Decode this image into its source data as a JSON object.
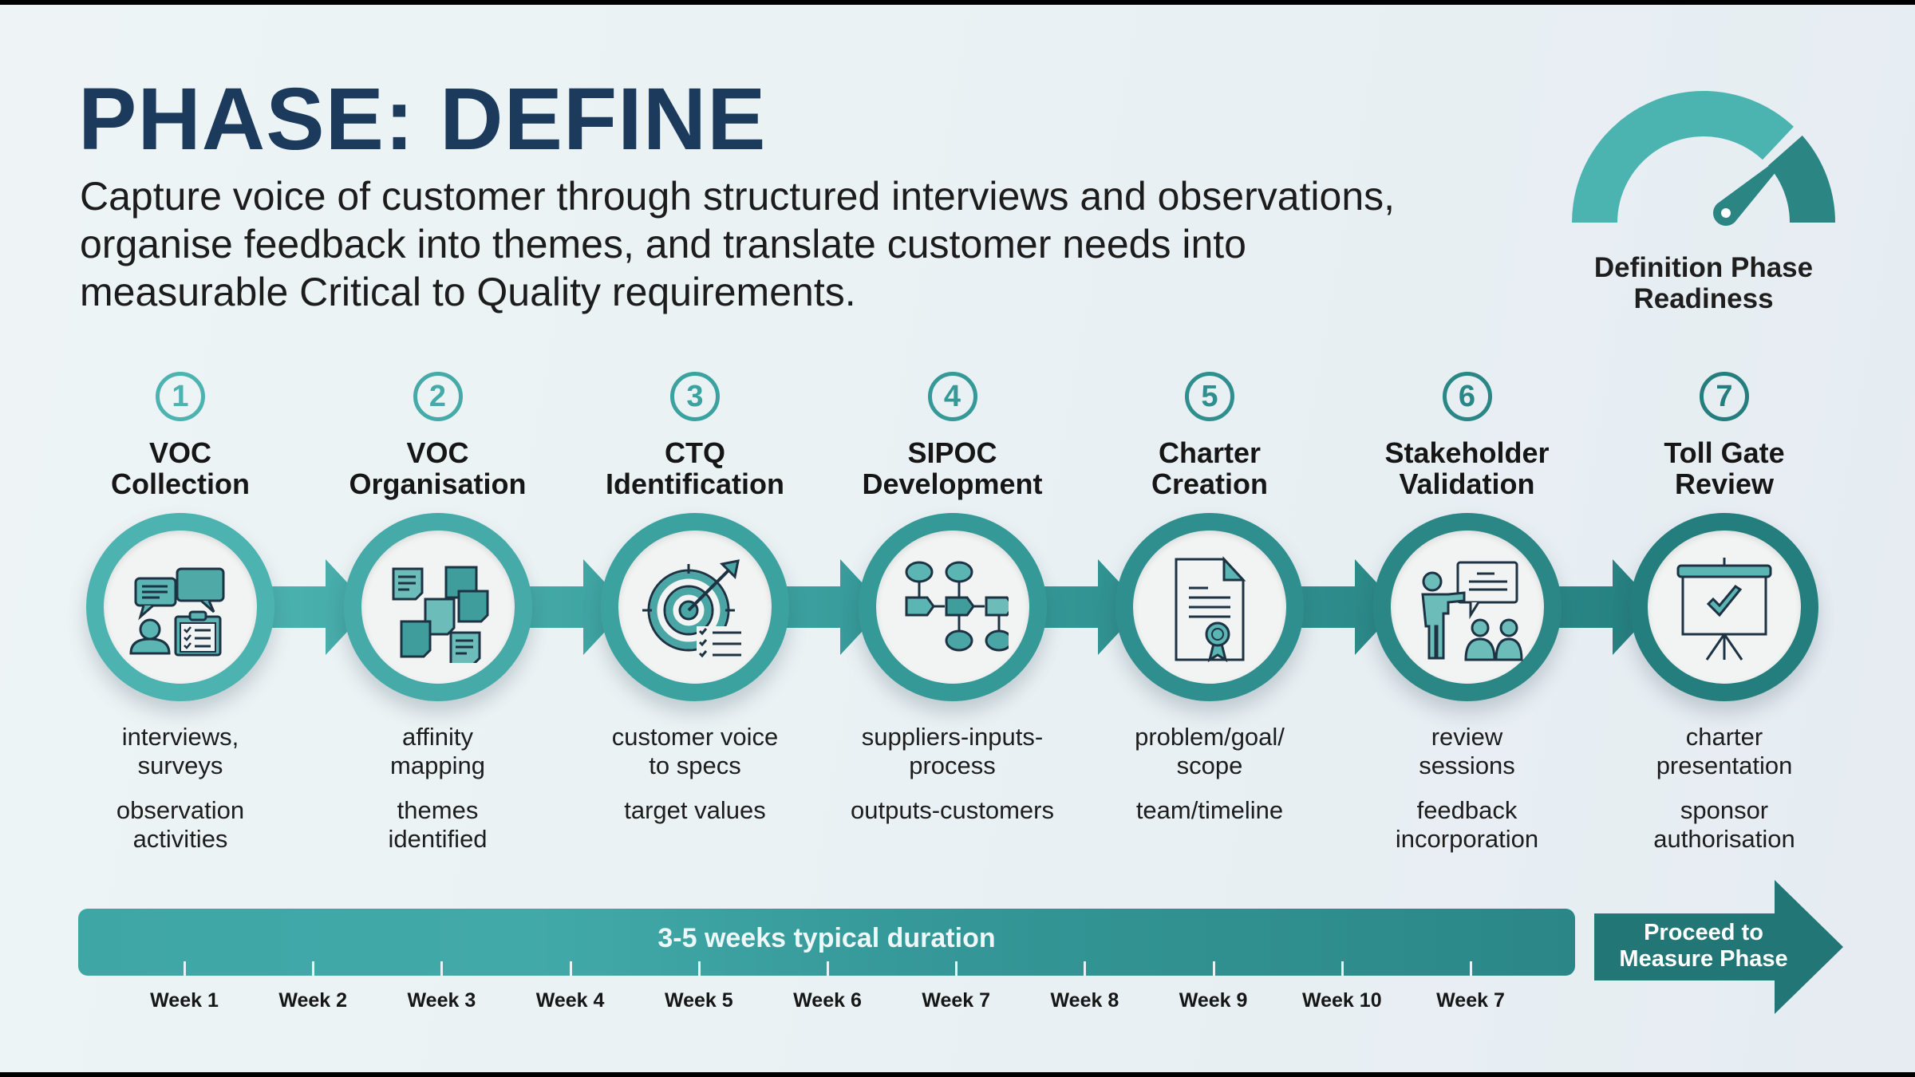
{
  "header": {
    "title": "PHASE: DEFINE",
    "description_lines": [
      "Capture voice of customer through structured interviews and observations,",
      "organise feedback into themes, and translate customer needs into",
      "measurable Critical to Quality requirements."
    ]
  },
  "gauge": {
    "label_lines": [
      "Definition Phase",
      "Readiness"
    ],
    "reading_fraction": 0.78,
    "filled_fraction": 0.75,
    "colors": {
      "filled": "#4bb3b0",
      "remaining": "#2a8583",
      "needle": "#2a8583"
    }
  },
  "steps": [
    {
      "number": "1",
      "title_lines": [
        "VOC",
        "Collection"
      ],
      "icon": "voc-collection-icon",
      "details": [
        [
          "interviews,",
          "surveys"
        ],
        [
          "observation",
          "activities"
        ]
      ],
      "color": "#4cb3b0"
    },
    {
      "number": "2",
      "title_lines": [
        "VOC",
        "Organisation"
      ],
      "icon": "affinity-notes-icon",
      "details": [
        [
          "affinity",
          "mapping"
        ],
        [
          "themes",
          "identified"
        ]
      ],
      "color": "#45aaa8"
    },
    {
      "number": "3",
      "title_lines": [
        "CTQ",
        "Identification"
      ],
      "icon": "target-checklist-icon",
      "details": [
        [
          "customer voice",
          "to specs"
        ],
        [
          "target values"
        ]
      ],
      "color": "#3ca2a0"
    },
    {
      "number": "4",
      "title_lines": [
        "SIPOC",
        "Development"
      ],
      "icon": "flowchart-icon",
      "details": [
        [
          "suppliers-inputs-",
          "process"
        ],
        [
          "outputs-customers"
        ]
      ],
      "color": "#359998"
    },
    {
      "number": "5",
      "title_lines": [
        "Charter",
        "Creation"
      ],
      "icon": "charter-document-icon",
      "details": [
        [
          "problem/goal/",
          "scope"
        ],
        [
          "team/timeline"
        ]
      ],
      "color": "#2f8f8e"
    },
    {
      "number": "6",
      "title_lines": [
        "Stakeholder",
        "Validation"
      ],
      "icon": "presenter-audience-icon",
      "details": [
        [
          "review",
          "sessions"
        ],
        [
          "feedback",
          "incorporation"
        ]
      ],
      "color": "#2a8786"
    },
    {
      "number": "7",
      "title_lines": [
        "Toll Gate",
        "Review"
      ],
      "icon": "approved-presentation-icon",
      "details": [
        [
          "charter",
          "presentation"
        ],
        [
          "sponsor",
          "authorisation"
        ]
      ],
      "color": "#257e7e"
    }
  ],
  "timeline": {
    "duration_label": "3-5 weeks typical duration",
    "weeks": [
      "Week 1",
      "Week 2",
      "Week 3",
      "Week 4",
      "Week 5",
      "Week 6",
      "Week 7",
      "Week 8",
      "Week 9",
      "Week 10",
      "Week 7"
    ],
    "next_phase_lines": [
      "Proceed to",
      "Measure Phase"
    ],
    "next_phase_color": "#237676"
  },
  "colors": {
    "title": "#1b3a5c",
    "icon_stroke": "#1d3344"
  }
}
